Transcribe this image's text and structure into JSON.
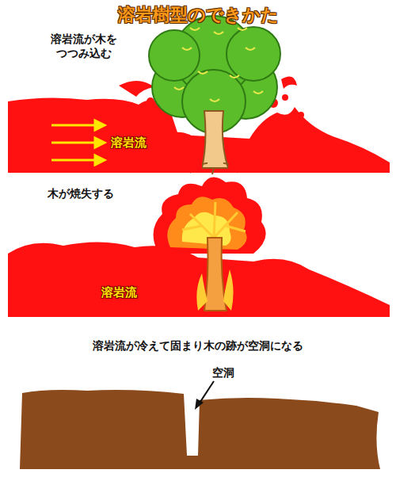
{
  "diagram": {
    "title": "溶岩樹型のできかた",
    "labels": [
      "溶岩流が木を つつみ込む",
      "溶岩流",
      "木が焼失する",
      "溶岩流",
      "溶岩流が冷えて固まり木の跡が空洞になる",
      "空洞"
    ]
  }
}
